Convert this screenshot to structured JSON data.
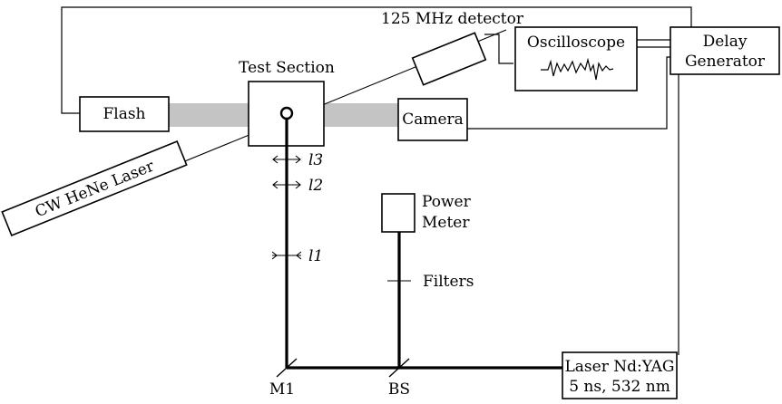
{
  "diagram": {
    "components": {
      "detector": "125 MHz detector",
      "oscilloscope": "Oscilloscope",
      "delay_generator_line1": "Delay",
      "delay_generator_line2": "Generator",
      "test_section": "Test Section",
      "flash": "Flash",
      "camera": "Camera",
      "hene_laser": "CW HeNe Laser",
      "power_meter_line1": "Power",
      "power_meter_line2": "Meter",
      "filters": "Filters",
      "mirror": "M1",
      "beam_splitter": "BS",
      "yag_laser_line1": "Laser Nd:YAG",
      "yag_laser_line2": "5 ns, 532 nm"
    },
    "lenses": {
      "l1": "l1",
      "l2": "l2",
      "l3": "l3"
    },
    "colors": {
      "line": "#000000",
      "illumination_beam": "#c4c4c4",
      "background": "#ffffff"
    }
  }
}
